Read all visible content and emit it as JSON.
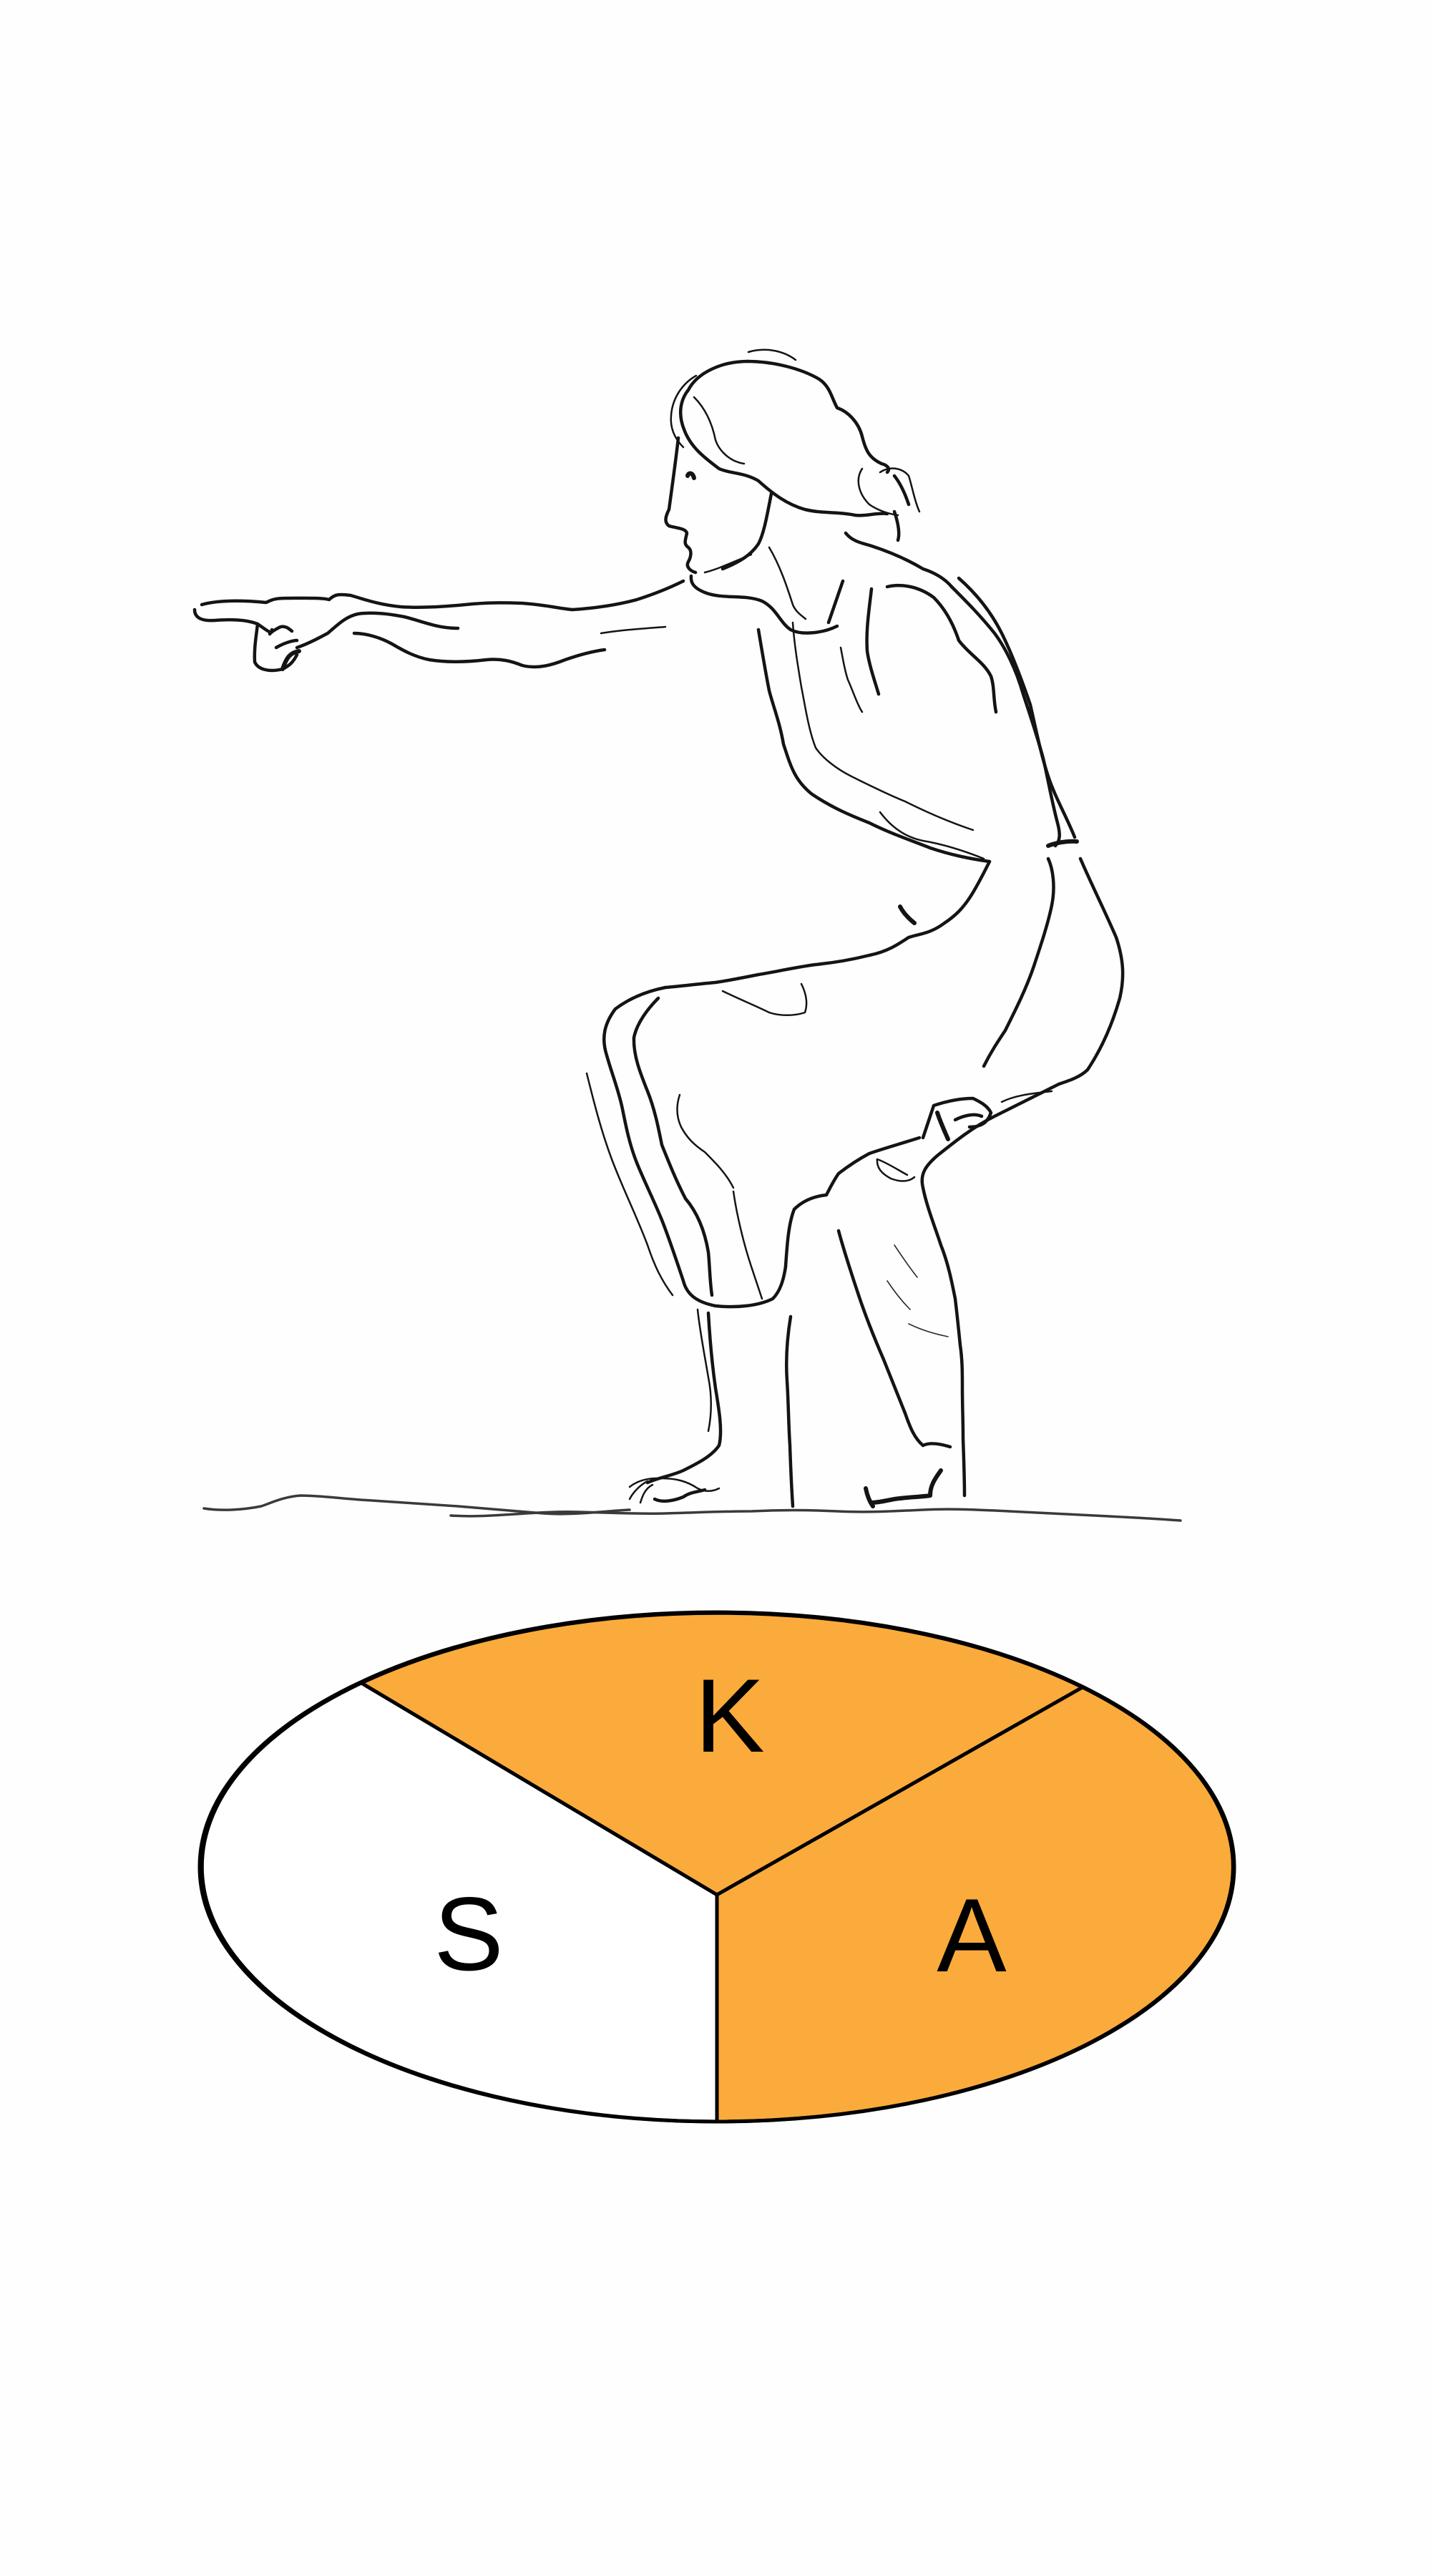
{
  "figure": {
    "description": "Line drawing of a woman in a crouching stance pointing forward to the left",
    "ink_color": "#141414",
    "background_color": "#fefefe"
  },
  "diagram": {
    "type": "three-sector ellipse",
    "sectors": [
      {
        "id": "k",
        "label": "K",
        "position": "top",
        "fill": "#FBAB3C"
      },
      {
        "id": "a",
        "label": "A",
        "position": "right",
        "fill": "#FBAB3C"
      },
      {
        "id": "s",
        "label": "S",
        "position": "left",
        "fill": "#FFFFFF"
      }
    ],
    "outline_color": "#000000"
  }
}
